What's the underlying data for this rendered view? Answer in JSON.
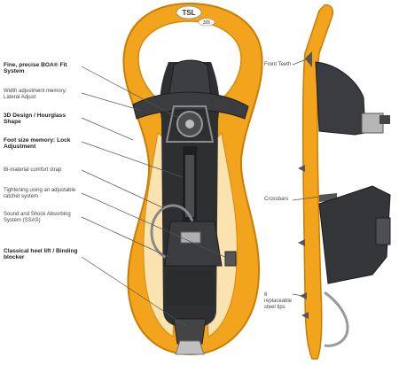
{
  "brand": {
    "logo_text": "TSL",
    "model": "305"
  },
  "colors": {
    "frame": "#f2a41c",
    "frame_dark": "#c97d06",
    "binding": "#2e2f31",
    "binding_mid": "#4a4c4f",
    "metal": "#b8b8b8",
    "leader_line": "#555555"
  },
  "callouts_left": [
    {
      "text": "Fine, precise BOA® Fit System",
      "bold": true
    },
    {
      "text": "Width adjustment memory: Lateral Adjust",
      "bold": false
    },
    {
      "text": "3D Design / Hourglass Shape",
      "bold": true
    },
    {
      "text": "Foot size memory: Lock Adjustment",
      "bold": true
    },
    {
      "text": "Bi-material comfort strap",
      "bold": false
    },
    {
      "text": "Tightening using an adjustable ratchet system",
      "bold": false
    },
    {
      "text": "Sound and Shock Absorbing System (SSAS)",
      "bold": false
    },
    {
      "text": "Classical heel lift / Binding blocker",
      "bold": true
    }
  ],
  "callouts_right": [
    {
      "text": "Front Teeth"
    },
    {
      "text": "Crossbars"
    },
    {
      "text": "6 replaceable steel tips"
    }
  ]
}
